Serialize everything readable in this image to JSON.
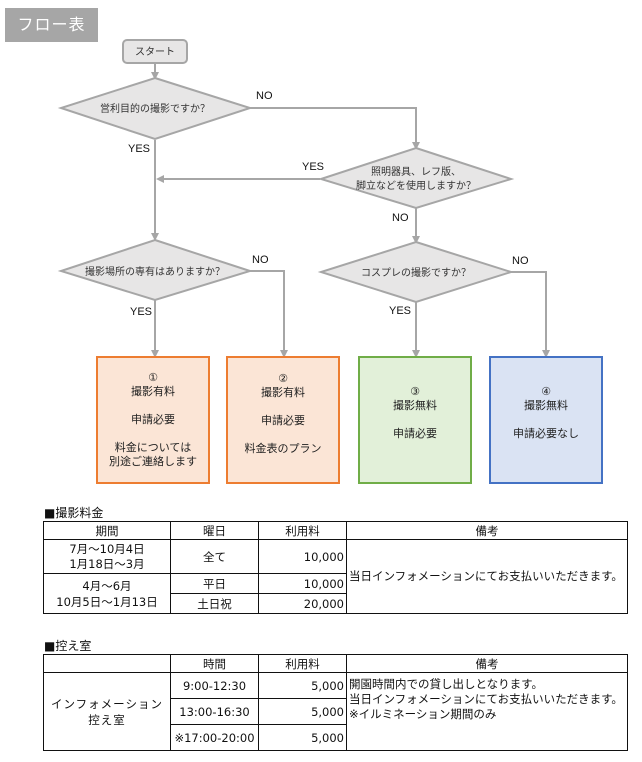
{
  "title": "フロー表",
  "flow": {
    "start": "スタート",
    "q1": "営利目的の撮影ですか？",
    "q2_line1": "照明器具、レフ版、",
    "q2_line2": "脚立などを使用しますか？",
    "q3": "撮影場所の専有はありますか？",
    "q4": "コスプレの撮影ですか？",
    "yes": "YES",
    "no": "NO",
    "colors": {
      "decision_fill": "#e7e6e6",
      "decision_stroke": "#a6a6a6",
      "connector": "#a6a6a6",
      "orange": "#ed7d31",
      "green": "#70ad47",
      "blue": "#4472c4"
    },
    "results": [
      {
        "num": "①",
        "line1": "撮影有料",
        "line2": "申請必要",
        "line3": "料金については",
        "line4": "別途ご連絡します"
      },
      {
        "num": "②",
        "line1": "撮影有料",
        "line2": "申請必要",
        "line3": "料金表のプラン",
        "line4": ""
      },
      {
        "num": "③",
        "line1": "撮影無料",
        "line2": "申請必要",
        "line3": "",
        "line4": ""
      },
      {
        "num": "④",
        "line1": "撮影無料",
        "line2": "申請必要なし",
        "line3": "",
        "line4": ""
      }
    ]
  },
  "fee_table": {
    "title": "■撮影料金",
    "headers": [
      "期間",
      "曜日",
      "利用料",
      "備考"
    ],
    "rows": [
      {
        "period_line1": "7月～10月4日",
        "period_line2": "1月18日～3月",
        "day": "全て",
        "fee": "10,000"
      },
      {
        "period_line1": "4月～6月",
        "period_line2": "10月5日～1月13日",
        "day": "平日",
        "fee": "10,000"
      },
      {
        "day": "土日祝",
        "fee": "20,000"
      }
    ],
    "note": "当日インフォメーションにてお支払いいただきます。"
  },
  "room_table": {
    "title": "■控え室",
    "headers": [
      "",
      "時間",
      "利用料",
      "備考"
    ],
    "room_line1": "インフォメーション",
    "room_line2": "控え室",
    "rows": [
      {
        "time": "9:00-12:30",
        "fee": "5,000"
      },
      {
        "time": "13:00-16:30",
        "fee": "5,000"
      },
      {
        "time": "※17:00-20:00",
        "fee": "5,000"
      }
    ],
    "note_line1": "開園時間内での貸し出しとなります。",
    "note_line2": "当日インフォメーションにてお支払いいただきます。",
    "note_line3": "※イルミネーション期間のみ"
  }
}
